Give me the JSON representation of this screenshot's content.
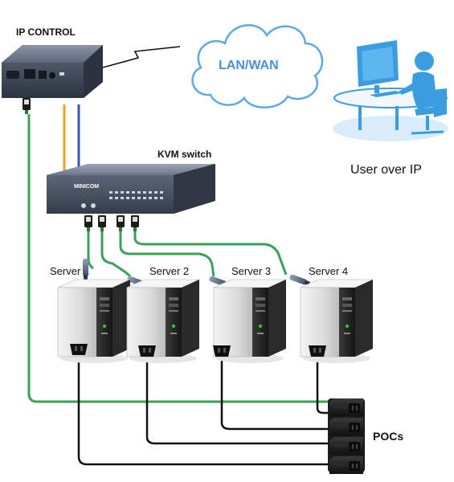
{
  "labels": {
    "ip_control": "IP CONTROL",
    "lan_wan": "LAN/WAN",
    "user_over_ip": "User over IP",
    "kvm_switch": "KVM switch",
    "kvm_brand": "MINICOM",
    "pocs": "POCs",
    "servers": [
      "Server 1",
      "Server 2",
      "Server 3",
      "Server 4"
    ]
  },
  "colors": {
    "green_cable": "#3aa35a",
    "black_cable": "#111111",
    "orange_cable": "#f0a020",
    "blue_cable": "#3f54b0",
    "cloud_text": "#4a90d9",
    "cloud_border": "#5ca9e6",
    "user_blue": "#3b9de0",
    "device_dark": "#4a5566"
  }
}
